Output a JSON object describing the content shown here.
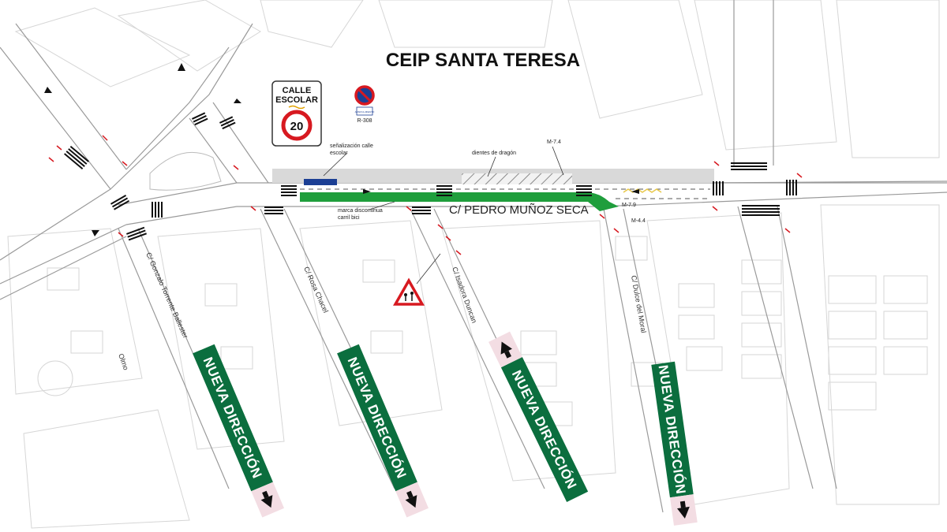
{
  "title": "CEIP SANTA TERESA",
  "main_street": "C/ PEDRO MUÑOZ SECA",
  "side_streets": [
    "C/ Gonzalo Torrente Ballester",
    "C/ Rosa Chacel",
    "C/ Isadora Duncan",
    "C/ Dulce del Moral"
  ],
  "banner_label": "NUEVA DIRECCIÓN",
  "school_sign": {
    "line1": "CALLE",
    "line2": "ESCOLAR",
    "speed": "20"
  },
  "no_parking_sign": {
    "code": "R-308",
    "panel": "APARCA-MIENTO"
  },
  "annotations": {
    "senalizacion": [
      "señalización calle",
      "escolar"
    ],
    "dientes": "dientes de dragón",
    "m74": "M-7.4",
    "m79": "M-7.9",
    "m44": "M-4.4",
    "marca": [
      "marca discontinua",
      "carril bici"
    ]
  },
  "minor_labels": {
    "olmo": "Olmo"
  },
  "colors": {
    "bike_lane": "#1f9e3c",
    "banner": "#0b6e3e",
    "banner_tail": "#f3dde3",
    "sign_red": "#d71920",
    "sign_blue": "#1c3f94",
    "road_line": "#9a9a9a"
  }
}
